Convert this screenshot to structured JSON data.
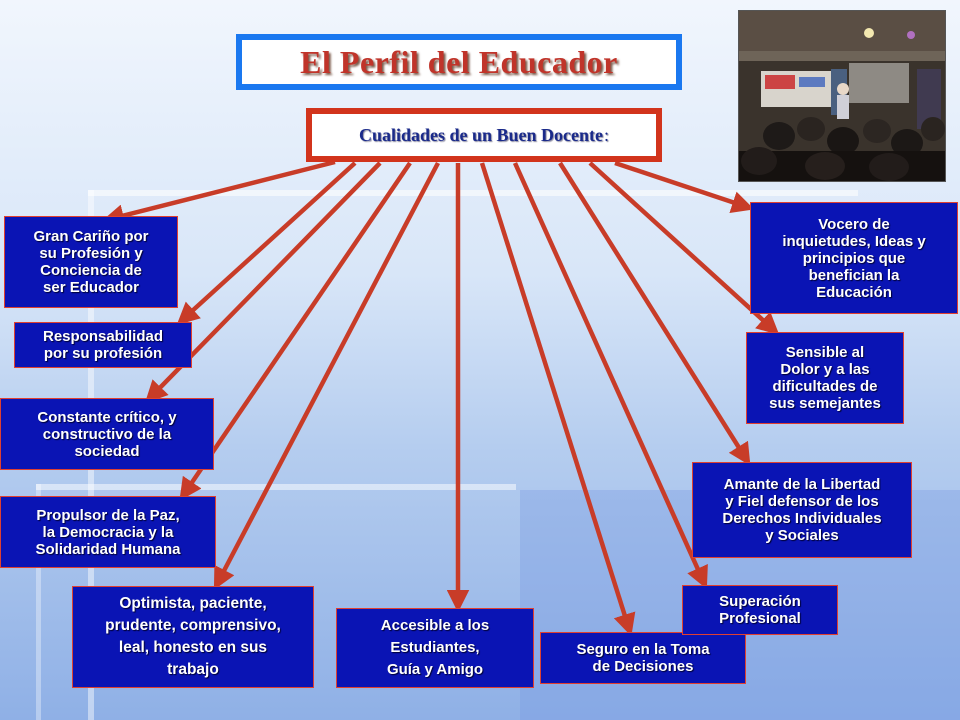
{
  "title": "El Perfil del Educador",
  "subtitle": "Cualidades de un Buen Docente",
  "subtitle_suffix": ":",
  "colors": {
    "title_border": "#1a78f0",
    "title_text": "#c0342a",
    "subtitle_border": "#d2341c",
    "subtitle_text": "#1a2a8a",
    "node_fill": "#0a14b4",
    "node_border": "#e04030",
    "arrow": "#c83c28"
  },
  "photo": {
    "icon": "classroom-photo-icon"
  },
  "nodes": {
    "carino": "Gran Cariño por\nsu Profesión y\nConciencia de\nser Educador",
    "responsabilidad": "Responsabilidad\npor su profesión",
    "critico": "Constante crítico, y\nconstructivo de la\nsociedad",
    "paz": "Propulsor de la Paz,\nla Democracia y la\nSolidaridad Humana",
    "optimista": "Optimista, paciente,\nprudente, comprensivo,\nleal, honesto en sus\ntrabajo",
    "accesible": "Accesible a los\nEstudiantes,\nGuía y Amigo",
    "seguro": "Seguro en la Toma\nde Decisiones",
    "superacion": "Superación\nProfesional",
    "libertad": "Amante de la Libertad\ny Fiel defensor de los\nDerechos Individuales\ny Sociales",
    "sensible": "Sensible al\nDolor y a las\ndificultades de\nsus semejantes",
    "vocero": "Vocero de\ninquietudes, Ideas y\nprincipios que\nbenefician la\nEducación"
  }
}
